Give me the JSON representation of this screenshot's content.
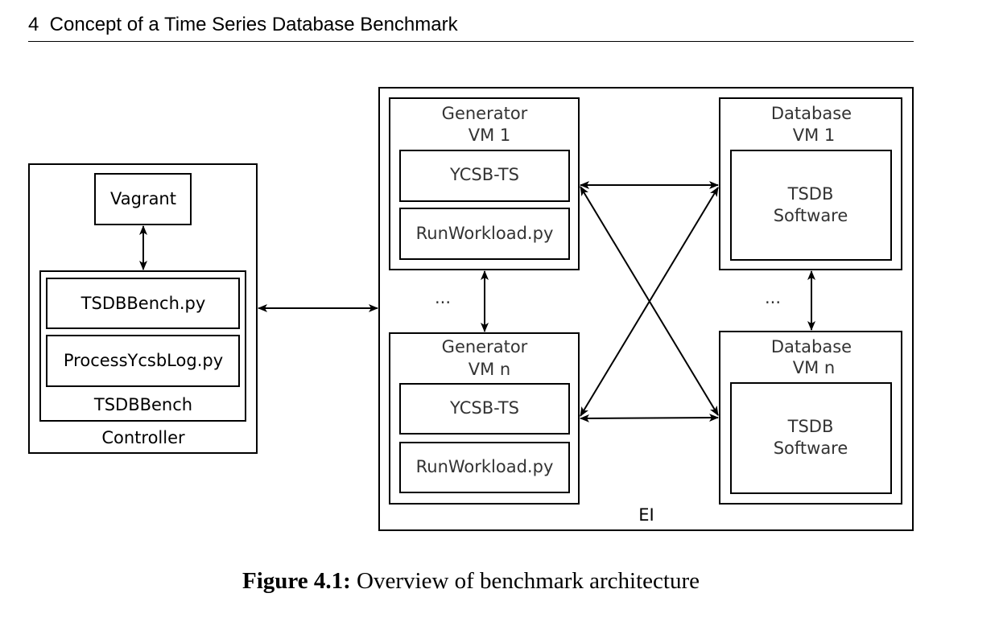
{
  "page": {
    "running_head": "4  Concept of a Time Series Database Benchmark"
  },
  "figure": {
    "controller": {
      "label": "Controller",
      "vagrant": "Vagrant",
      "tsdbbench": {
        "label": "TSDBBench",
        "script_main": "TSDBBench.py",
        "script_log": "ProcessYcsbLog.py"
      }
    },
    "ei": {
      "label": "EI",
      "generator_1": {
        "label_line1": "Generator",
        "label_line2": "VM 1",
        "client": "YCSB-TS",
        "script": "RunWorkload.py"
      },
      "generator_n": {
        "label_line1": "Generator",
        "label_line2": "VM n",
        "client": "YCSB-TS",
        "script": "RunWorkload.py"
      },
      "database_1": {
        "label_line1": "Database",
        "label_line2": "VM 1",
        "software_line1": "TSDB",
        "software_line2": "Software"
      },
      "database_n": {
        "label_line1": "Database",
        "label_line2": "VM n",
        "software_line1": "TSDB",
        "software_line2": "Software"
      },
      "ellipsis_generators": "...",
      "ellipsis_databases": "..."
    }
  },
  "caption": {
    "label": "Figure 4.1:",
    "text": " Overview of benchmark architecture"
  }
}
